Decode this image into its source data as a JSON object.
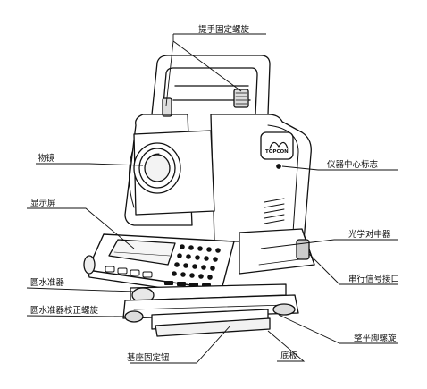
{
  "labels": {
    "handle_screw": "提手固定螺旋",
    "objective": "物镜",
    "display": "显示屏",
    "circular_level": "圆水准器",
    "circular_level_screw": "圆水准器校正螺旋",
    "base_lock": "基座固定钮",
    "base_plate": "底板",
    "foot_screw": "整平脚螺旋",
    "serial_port": "串行信号接口",
    "optical_plummet": "光学对中器",
    "center_mark": "仪器中心标志"
  },
  "brand": "TOPCON"
}
